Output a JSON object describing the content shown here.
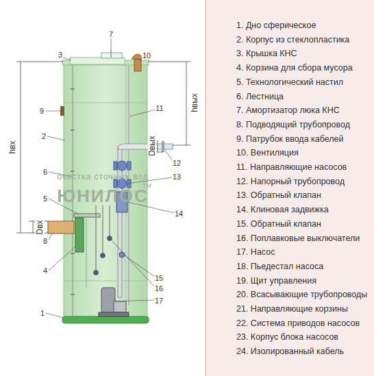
{
  "diagram": {
    "labels": [
      "1",
      "2",
      "3",
      "4",
      "5",
      "6",
      "7",
      "8",
      "9",
      "10",
      "11",
      "12",
      "13",
      "14",
      "15",
      "16",
      "17",
      "hвх",
      "Dвх",
      "Dвых",
      "hвых",
      "очистка сточных вод",
      "ЮНИЛОС",
      "TM",
      "1. Дно сферическое",
      "2. Корпус из стеклопластика",
      "3. Крышка КНС",
      "4. Корзина для сбора мусора",
      "5. Технологический настил",
      "6. Лестница",
      "7. Амортизатор люка КНС",
      "8. Подводящий трубопровод",
      "9. Патрубок ввода кабелей",
      "10. Вентиляция",
      "11. Направляющие насосов",
      "12. Напорный трубопровод",
      "13. Обратный клапан",
      "14. Клиновая задвижка",
      "15. Обратный клапан",
      "16. Поплавковые выключатели",
      "17. Насос",
      "18. Пьедестал насоса",
      "19. Щит управления",
      "20. Всасывающие трубопроводы",
      "21. Направляющие корзины",
      "22. Система приводов насосов",
      "23. Корпус блока насосов",
      "24. Изолированный кабель"
    ]
  }
}
